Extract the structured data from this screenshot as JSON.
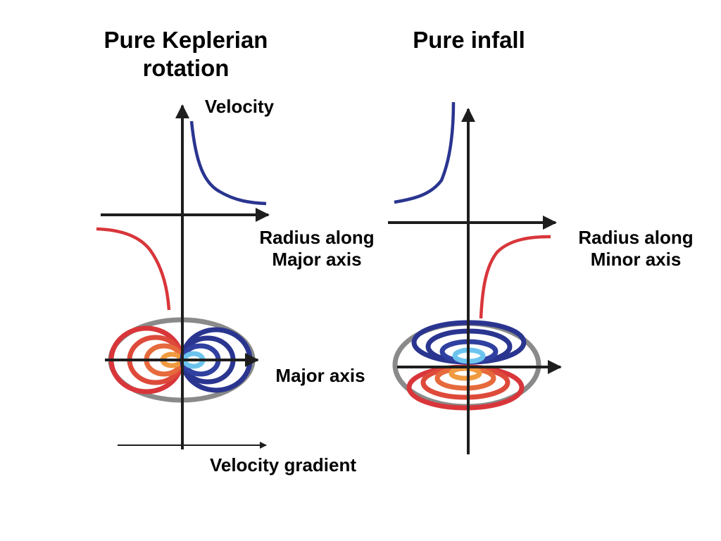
{
  "left": {
    "title_line1": "Pure Keplerian",
    "title_line2": "rotation",
    "y_axis_label": "Velocity",
    "x_axis_label_line1": "Radius along",
    "x_axis_label_line2": "Major axis",
    "disk_axis_label": "Major axis",
    "gradient_label": "Velocity gradient"
  },
  "right": {
    "title": "Pure infall",
    "x_axis_label_line1": "Radius along",
    "x_axis_label_line2": "Minor axis"
  },
  "colors": {
    "axis": "#1e1e1e",
    "blueshift": "#2a3590",
    "redshift": "#d8363a",
    "blue_core": "#6cc4ee",
    "red_core": "#f0a040",
    "disk_outline": "#8a8a8a"
  }
}
